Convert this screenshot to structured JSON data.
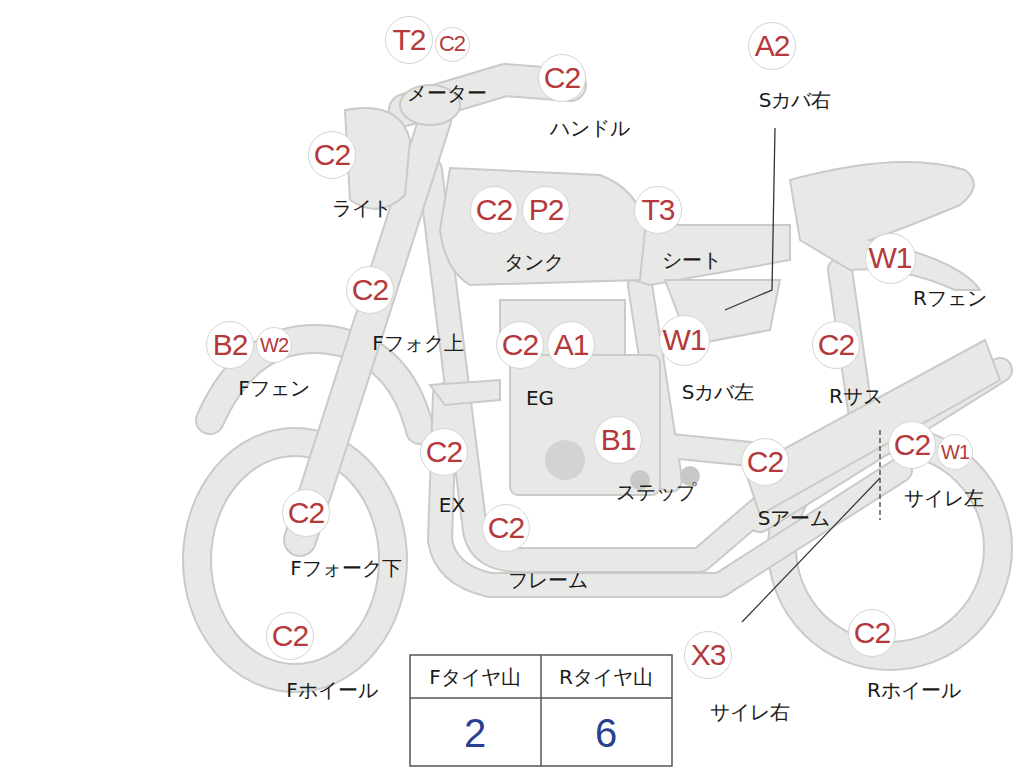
{
  "diagram": {
    "nodes": [
      {
        "text": [
          "T2"
        ]
      },
      {
        "text": [
          "C2"
        ]
      },
      {
        "text": [
          "A2"
        ]
      },
      {
        "text": [
          "C2"
        ]
      },
      {
        "text": [
          "C2"
        ]
      },
      {
        "text": [
          "C2"
        ]
      },
      {
        "text": [
          "P2"
        ]
      },
      {
        "text": [
          "T3"
        ]
      },
      {
        "text": [
          "W1"
        ]
      },
      {
        "text": [
          "C2"
        ]
      },
      {
        "text": [
          "B2"
        ]
      },
      {
        "text": [
          "W2"
        ]
      },
      {
        "text": [
          "C2"
        ]
      },
      {
        "text": [
          "A1"
        ]
      },
      {
        "text": [
          "W1"
        ]
      },
      {
        "text": [
          "C2"
        ]
      },
      {
        "text": [
          "C2"
        ]
      },
      {
        "text": [
          "B1"
        ]
      },
      {
        "text": [
          "C2"
        ]
      },
      {
        "text": [
          "C2"
        ]
      },
      {
        "text": [
          "W1"
        ]
      },
      {
        "text": [
          "C2"
        ]
      },
      {
        "text": [
          "C2"
        ]
      },
      {
        "text": [
          "X3"
        ]
      },
      {
        "text": [
          "C2"
        ]
      },
      {
        "text": [
          "C2"
        ]
      }
    ],
    "edges": [],
    "labels": [
      "メーター",
      "ハンドル",
      "Sカバ右",
      "ライト",
      "タンク",
      "シート",
      "Rフェン",
      "Fフォク上",
      "Fフェン",
      "EG",
      "Sカバ左",
      "Rサス",
      "EX",
      "ステップ",
      "Sアーム",
      "サイレ左",
      "Fフォーク下",
      "フレーム",
      "サイレ右",
      "Fホイール",
      "Rホイール",
      "Fタイヤ山",
      "Rタイヤ山",
      "2",
      "6"
    ]
  }
}
